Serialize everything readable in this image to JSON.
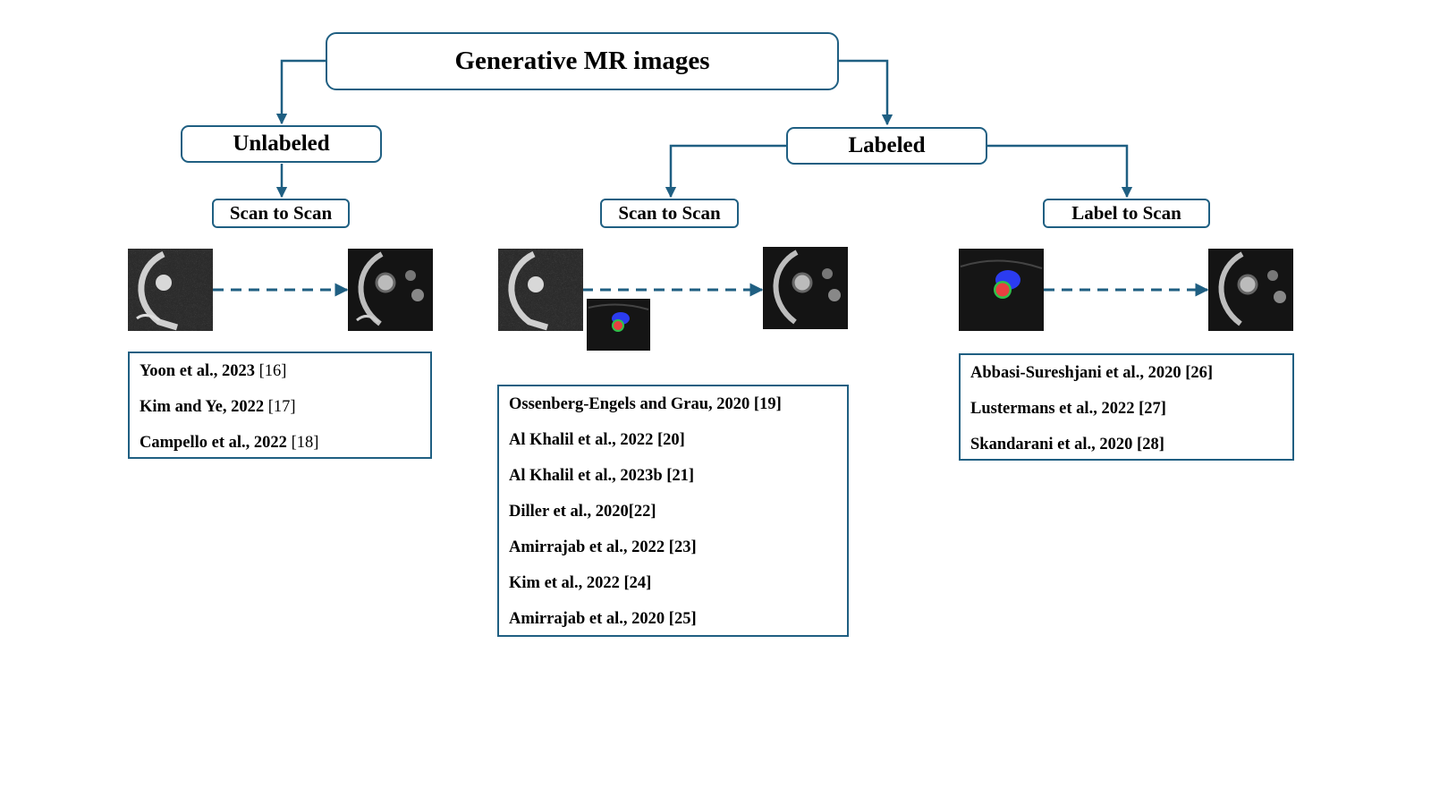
{
  "colors": {
    "accent": "#1f5f82",
    "seg_blue": "#2b3cf0",
    "seg_red": "#e84040",
    "seg_green": "#2ec24a"
  },
  "root": {
    "label": "Generative MR images"
  },
  "unlabeled": {
    "label": "Unlabeled",
    "child": {
      "label": "Scan to Scan"
    },
    "images": {
      "input": "noisy-mr-scan",
      "output": "clean-mr-scan"
    },
    "refs": [
      {
        "text": "Yoon et al., 2023",
        "num": "[16]"
      },
      {
        "text": "Kim and Ye, 2022",
        "num": "[17]"
      },
      {
        "text": "Campello et al., 2022",
        "num": "[18]"
      }
    ]
  },
  "labeled": {
    "label": "Labeled",
    "scan_to_scan": {
      "label": "Scan to Scan",
      "images": {
        "input": "noisy-mr-scan",
        "label": "segmentation-mask",
        "output": "clean-mr-scan"
      },
      "refs": [
        "Ossenberg-Engels and Grau, 2020 [19]",
        "Al Khalil et al., 2022 [20]",
        "Al Khalil et al., 2023b [21]",
        "Diller et al., 2020[22]",
        "Amirrajab et al., 2022 [23]",
        "Kim et al., 2022 [24]",
        "Amirrajab et al., 2020 [25]"
      ]
    },
    "label_to_scan": {
      "label": "Label to Scan",
      "images": {
        "input": "segmentation-mask",
        "output": "clean-mr-scan"
      },
      "refs": [
        "Abbasi-Sureshjani et al., 2020 [26]",
        "Lustermans et al., 2022 [27]",
        "Skandarani et al., 2020 [28]"
      ]
    }
  }
}
